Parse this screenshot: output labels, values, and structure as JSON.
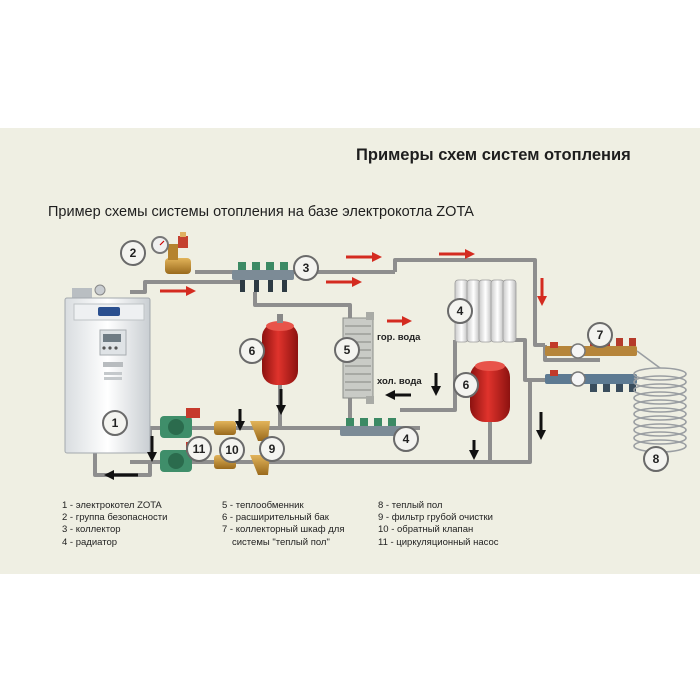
{
  "title": "Примеры схем систем отопления",
  "subtitle": "Пример схемы системы отопления на базе электрокотла ZOTA",
  "labels": {
    "hot_water": "гор. вода",
    "cold_water": "хол. вода"
  },
  "components": [
    {
      "num": "1"
    },
    {
      "num": "2"
    },
    {
      "num": "3"
    },
    {
      "num": "4"
    },
    {
      "num": "4"
    },
    {
      "num": "5"
    },
    {
      "num": "6"
    },
    {
      "num": "6"
    },
    {
      "num": "7"
    },
    {
      "num": "8"
    },
    {
      "num": "9"
    },
    {
      "num": "10"
    },
    {
      "num": "11"
    }
  ],
  "legend": {
    "col1": [
      "1 - электрокотел ZOTA",
      "2 - группа безопасности",
      "3 - коллектор",
      "4 - радиатор"
    ],
    "col2": [
      "5 - теплообменник",
      "6 - расширительный бак",
      "7 - коллекторный шкаф для",
      "системы \"теплый пол\""
    ],
    "col3": [
      "8 - теплый пол",
      "9 - фильтр грубой очистки",
      "10 - обратный клапан",
      "11 - циркуляционный насос"
    ]
  },
  "colors": {
    "panel_bg": "#efefe3",
    "pipe": "#8e8e8e",
    "flow_arrow_red": "#d42b20",
    "flow_arrow_black": "#111111",
    "tank_red": "#c8201d",
    "circle_fill": "#f4f4f0"
  }
}
